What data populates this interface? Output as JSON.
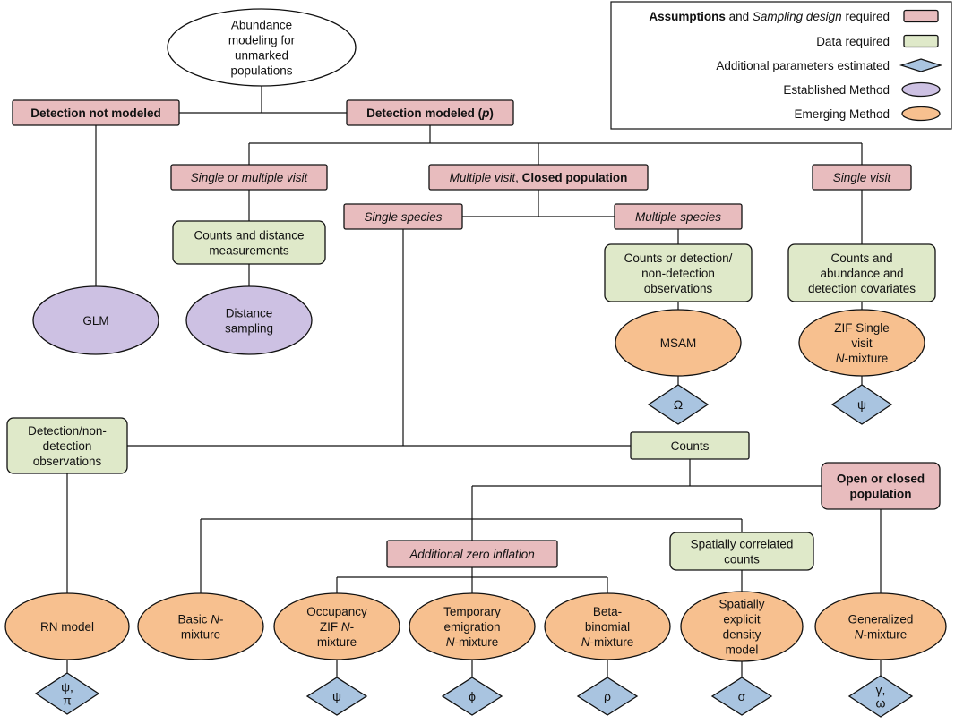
{
  "colors": {
    "assumption": "#e8bcbe",
    "data": "#dfe9c9",
    "param": "#a9c4e0",
    "established": "#cdc1e3",
    "emerging": "#f7c08f",
    "line": "#111111",
    "root": "#ffffff"
  },
  "legend": [
    {
      "kind": "rect",
      "style": "assumption",
      "runs": [
        {
          "t": "Assumptions",
          "b": 1
        },
        {
          "t": " and "
        },
        {
          "t": "Sampling design",
          "i": 1
        },
        {
          "t": " required"
        }
      ]
    },
    {
      "kind": "rect",
      "style": "data",
      "runs": [
        {
          "t": "Data required"
        }
      ]
    },
    {
      "kind": "diamond",
      "style": "param",
      "runs": [
        {
          "t": "Additional parameters estimated"
        }
      ]
    },
    {
      "kind": "ellipse",
      "style": "established",
      "runs": [
        {
          "t": "Established Method"
        }
      ]
    },
    {
      "kind": "ellipse",
      "style": "emerging",
      "runs": [
        {
          "t": "Emerging Method"
        }
      ]
    }
  ],
  "nodes": [
    {
      "id": "root",
      "kind": "ellipse",
      "style": "root",
      "lines": [
        [
          {
            "t": "Abundance"
          }
        ],
        [
          {
            "t": "modeling for"
          }
        ],
        [
          {
            "t": "unmarked"
          }
        ],
        [
          {
            "t": "populations"
          }
        ]
      ]
    },
    {
      "id": "det_not",
      "kind": "rect",
      "style": "assumption",
      "lines": [
        [
          {
            "t": "Detection not modeled",
            "b": 1
          }
        ]
      ]
    },
    {
      "id": "det_mod",
      "kind": "rect",
      "style": "assumption",
      "lines": [
        [
          {
            "t": "Detection modeled (",
            "b": 1
          },
          {
            "t": "p",
            "b": 1,
            "i": 1
          },
          {
            "t": ")",
            "b": 1
          }
        ]
      ]
    },
    {
      "id": "single_mult",
      "kind": "rect",
      "style": "assumption",
      "lines": [
        [
          {
            "t": "Single or multiple visit",
            "i": 1
          }
        ]
      ]
    },
    {
      "id": "mult_closed",
      "kind": "rect",
      "style": "assumption",
      "lines": [
        [
          {
            "t": "Multiple visit",
            "i": 1
          },
          {
            "t": ", "
          },
          {
            "t": "Closed population",
            "b": 1
          }
        ]
      ]
    },
    {
      "id": "single_visit",
      "kind": "rect",
      "style": "assumption",
      "lines": [
        [
          {
            "t": "Single visit",
            "i": 1
          }
        ]
      ]
    },
    {
      "id": "single_species",
      "kind": "rect",
      "style": "assumption",
      "lines": [
        [
          {
            "t": "Single species",
            "i": 1
          }
        ]
      ]
    },
    {
      "id": "mult_species",
      "kind": "rect",
      "style": "assumption",
      "lines": [
        [
          {
            "t": "Multiple species",
            "i": 1
          }
        ]
      ]
    },
    {
      "id": "counts_dist",
      "kind": "rect",
      "style": "data",
      "lines": [
        [
          {
            "t": "Counts and distance"
          }
        ],
        [
          {
            "t": "measurements"
          }
        ]
      ]
    },
    {
      "id": "counts_det",
      "kind": "rect",
      "style": "data",
      "lines": [
        [
          {
            "t": "Counts or detection/"
          }
        ],
        [
          {
            "t": "non-detection"
          }
        ],
        [
          {
            "t": "observations"
          }
        ]
      ]
    },
    {
      "id": "counts_abund",
      "kind": "rect",
      "style": "data",
      "lines": [
        [
          {
            "t": "Counts and"
          }
        ],
        [
          {
            "t": "abundance and"
          }
        ],
        [
          {
            "t": "detection covariates"
          }
        ]
      ]
    },
    {
      "id": "glm",
      "kind": "ellipse",
      "style": "established",
      "lines": [
        [
          {
            "t": "GLM"
          }
        ]
      ]
    },
    {
      "id": "distance",
      "kind": "ellipse",
      "style": "established",
      "lines": [
        [
          {
            "t": "Distance"
          }
        ],
        [
          {
            "t": "sampling"
          }
        ]
      ]
    },
    {
      "id": "msam",
      "kind": "ellipse",
      "style": "emerging",
      "lines": [
        [
          {
            "t": "MSAM"
          }
        ]
      ]
    },
    {
      "id": "zif_single",
      "kind": "ellipse",
      "style": "emerging",
      "lines": [
        [
          {
            "t": "ZIF Single"
          }
        ],
        [
          {
            "t": "visit"
          }
        ],
        [
          {
            "t": "N",
            "i": 1
          },
          {
            "t": "-mixture"
          }
        ]
      ]
    },
    {
      "id": "omega_p",
      "kind": "diamond",
      "style": "param",
      "lines": [
        [
          {
            "t": "Ω"
          }
        ]
      ]
    },
    {
      "id": "psi_p1",
      "kind": "diamond",
      "style": "param",
      "lines": [
        [
          {
            "t": "ψ"
          }
        ]
      ]
    },
    {
      "id": "detnondet",
      "kind": "rect",
      "style": "data",
      "lines": [
        [
          {
            "t": "Detection/non-"
          }
        ],
        [
          {
            "t": "detection"
          }
        ],
        [
          {
            "t": "observations"
          }
        ]
      ]
    },
    {
      "id": "counts",
      "kind": "rect",
      "style": "data",
      "lines": [
        [
          {
            "t": "Counts"
          }
        ]
      ]
    },
    {
      "id": "open_closed",
      "kind": "rect",
      "style": "assumption",
      "lines": [
        [
          {
            "t": "Open or closed",
            "b": 1
          }
        ],
        [
          {
            "t": "population",
            "b": 1
          }
        ]
      ]
    },
    {
      "id": "add_zero",
      "kind": "rect",
      "style": "assumption",
      "lines": [
        [
          {
            "t": "Additional zero inflation",
            "i": 1
          }
        ]
      ]
    },
    {
      "id": "spat_corr",
      "kind": "rect",
      "style": "data",
      "lines": [
        [
          {
            "t": "Spatially correlated"
          }
        ],
        [
          {
            "t": "counts"
          }
        ]
      ]
    },
    {
      "id": "rn",
      "kind": "ellipse",
      "style": "emerging",
      "lines": [
        [
          {
            "t": "RN model"
          }
        ]
      ]
    },
    {
      "id": "basic",
      "kind": "ellipse",
      "style": "emerging",
      "lines": [
        [
          {
            "t": "Basic "
          },
          {
            "t": "N",
            "i": 1
          },
          {
            "t": "-"
          }
        ],
        [
          {
            "t": "mixture"
          }
        ]
      ]
    },
    {
      "id": "occ",
      "kind": "ellipse",
      "style": "emerging",
      "lines": [
        [
          {
            "t": "Occupancy"
          }
        ],
        [
          {
            "t": "ZIF "
          },
          {
            "t": "N",
            "i": 1
          },
          {
            "t": "-"
          }
        ],
        [
          {
            "t": "mixture"
          }
        ]
      ]
    },
    {
      "id": "temp",
      "kind": "ellipse",
      "style": "emerging",
      "lines": [
        [
          {
            "t": "Temporary"
          }
        ],
        [
          {
            "t": "emigration"
          }
        ],
        [
          {
            "t": "N",
            "i": 1
          },
          {
            "t": "-mixture"
          }
        ]
      ]
    },
    {
      "id": "beta",
      "kind": "ellipse",
      "style": "emerging",
      "lines": [
        [
          {
            "t": "Beta-"
          }
        ],
        [
          {
            "t": "binomial"
          }
        ],
        [
          {
            "t": "N",
            "i": 1
          },
          {
            "t": "-mixture"
          }
        ]
      ]
    },
    {
      "id": "spat_expl",
      "kind": "ellipse",
      "style": "emerging",
      "lines": [
        [
          {
            "t": "Spatially"
          }
        ],
        [
          {
            "t": "explicit"
          }
        ],
        [
          {
            "t": "density"
          }
        ],
        [
          {
            "t": "model"
          }
        ]
      ]
    },
    {
      "id": "gen",
      "kind": "ellipse",
      "style": "emerging",
      "lines": [
        [
          {
            "t": "Generalized"
          }
        ],
        [
          {
            "t": "N",
            "i": 1
          },
          {
            "t": "-mixture"
          }
        ]
      ]
    },
    {
      "id": "psipi_p",
      "kind": "diamond",
      "style": "param",
      "lines": [
        [
          {
            "t": "ψ,"
          }
        ],
        [
          {
            "t": "π"
          }
        ]
      ]
    },
    {
      "id": "psi_p2",
      "kind": "diamond",
      "style": "param",
      "lines": [
        [
          {
            "t": "ψ"
          }
        ]
      ]
    },
    {
      "id": "phi_p",
      "kind": "diamond",
      "style": "param",
      "lines": [
        [
          {
            "t": "ϕ"
          }
        ]
      ]
    },
    {
      "id": "rho_p",
      "kind": "diamond",
      "style": "param",
      "lines": [
        [
          {
            "t": "ρ"
          }
        ]
      ]
    },
    {
      "id": "sigma_p",
      "kind": "diamond",
      "style": "param",
      "lines": [
        [
          {
            "t": "σ"
          }
        ]
      ]
    },
    {
      "id": "gamma_p",
      "kind": "diamond",
      "style": "param",
      "lines": [
        [
          {
            "t": "γ,"
          }
        ],
        [
          {
            "t": "ω"
          }
        ]
      ]
    }
  ]
}
